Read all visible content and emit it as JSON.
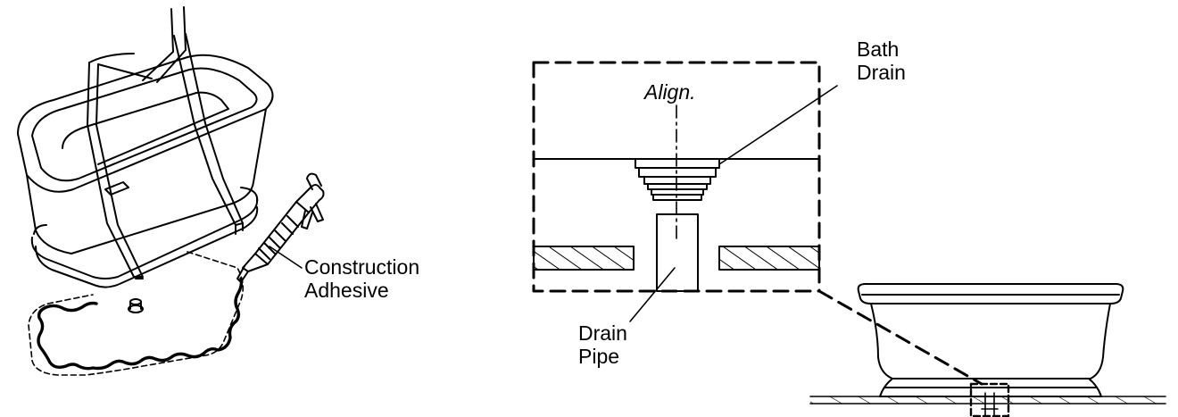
{
  "labels": {
    "construction_adhesive": [
      "Construction",
      "Adhesive"
    ],
    "bath_drain": [
      "Bath",
      "Drain"
    ],
    "align": "Align.",
    "drain_pipe": [
      "Drain",
      "Pipe"
    ]
  },
  "colors": {
    "ink": "#000000",
    "background": "#ffffff"
  }
}
